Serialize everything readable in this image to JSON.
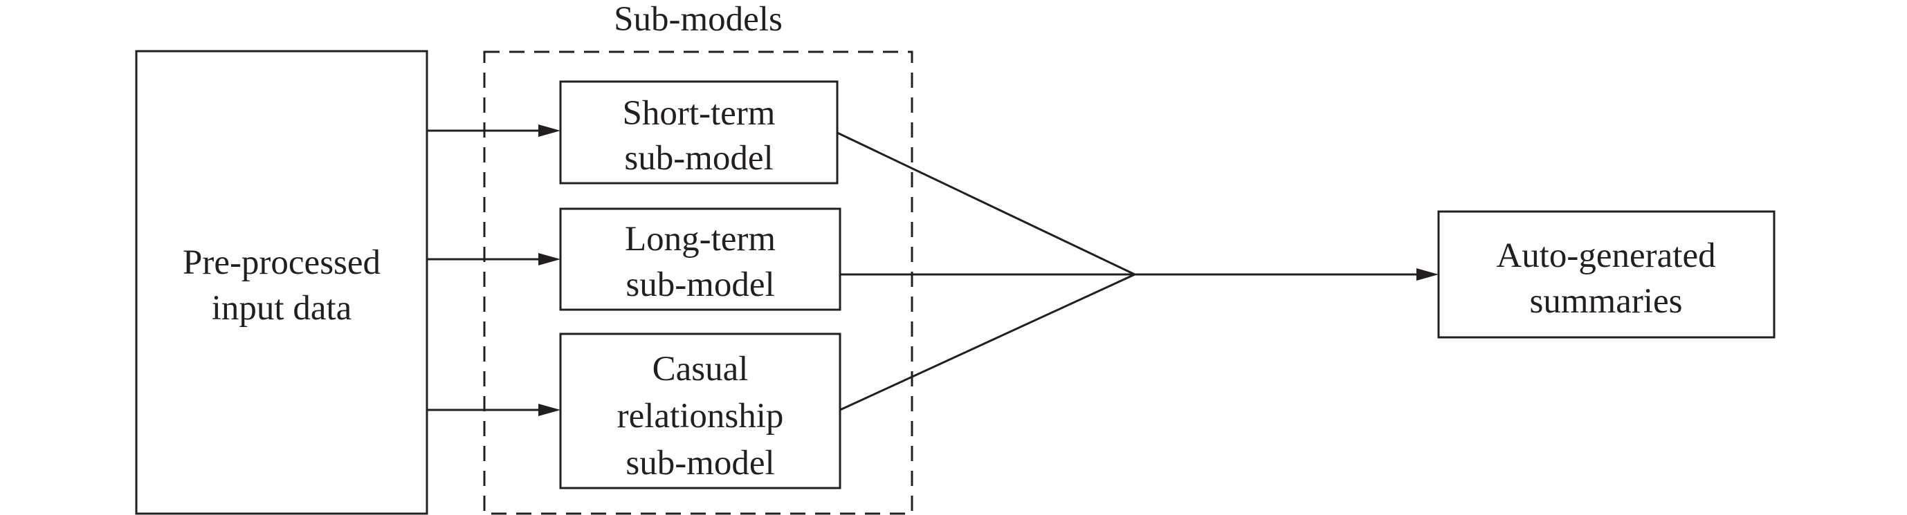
{
  "diagram": {
    "group_label": "Sub-models",
    "input": {
      "line1": "Pre-processed",
      "line2": "input data"
    },
    "short_term": {
      "line1": "Short-term",
      "line2": "sub-model"
    },
    "long_term": {
      "line1": "Long-term",
      "line2": "sub-model"
    },
    "causal": {
      "line1": "Casual",
      "line2": "relationship",
      "line3": "sub-model"
    },
    "output": {
      "line1": "Auto-generated",
      "line2": "summaries"
    }
  },
  "colors": {
    "stroke": "#231f20",
    "background": "#ffffff"
  }
}
